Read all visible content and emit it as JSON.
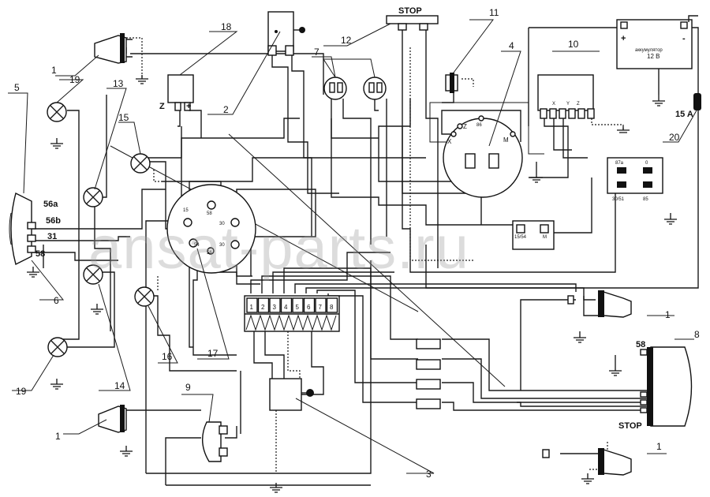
{
  "watermark": "ansat-parts.ru",
  "callouts": [
    "1",
    "1",
    "1",
    "1",
    "2",
    "3",
    "4",
    "5",
    "6",
    "7",
    "8",
    "9",
    "10",
    "11",
    "12",
    "13",
    "14",
    "15",
    "16",
    "17",
    "18",
    "19",
    "19",
    "20"
  ],
  "labels": {
    "stop_top": "STOP",
    "stop_speedo": "STOP",
    "fuse_rating": "15 A",
    "battery_plus": "+",
    "battery_minus": "-",
    "battery_name": "аккумулятор",
    "battery_voltage": "12 В",
    "headlight_56a": "56a",
    "headlight_56b": "56b",
    "headlight_31": "31",
    "headlight_58": "58",
    "speedo_58": "58",
    "gen_z": "Z",
    "gen_plus": "+",
    "switch_15": "15",
    "switch_58": "58",
    "switch_30a": "30",
    "switch_30b": "30",
    "switch_54": "54",
    "switch_56": "56",
    "relay_87a": "87a",
    "relay_0": "0",
    "relay_30_51": "30/51",
    "relay_85": "85",
    "regulator_x": "X",
    "regulator_y": "Y",
    "regulator_z": "Z",
    "coil_15_54": "15/54",
    "coil_m": "M",
    "mag_x": "X",
    "mag_z": "Z",
    "mag_86": "86",
    "mag_m": "M",
    "block_terminals": [
      "1",
      "2",
      "3",
      "4",
      "5",
      "6",
      "7",
      "8"
    ]
  }
}
